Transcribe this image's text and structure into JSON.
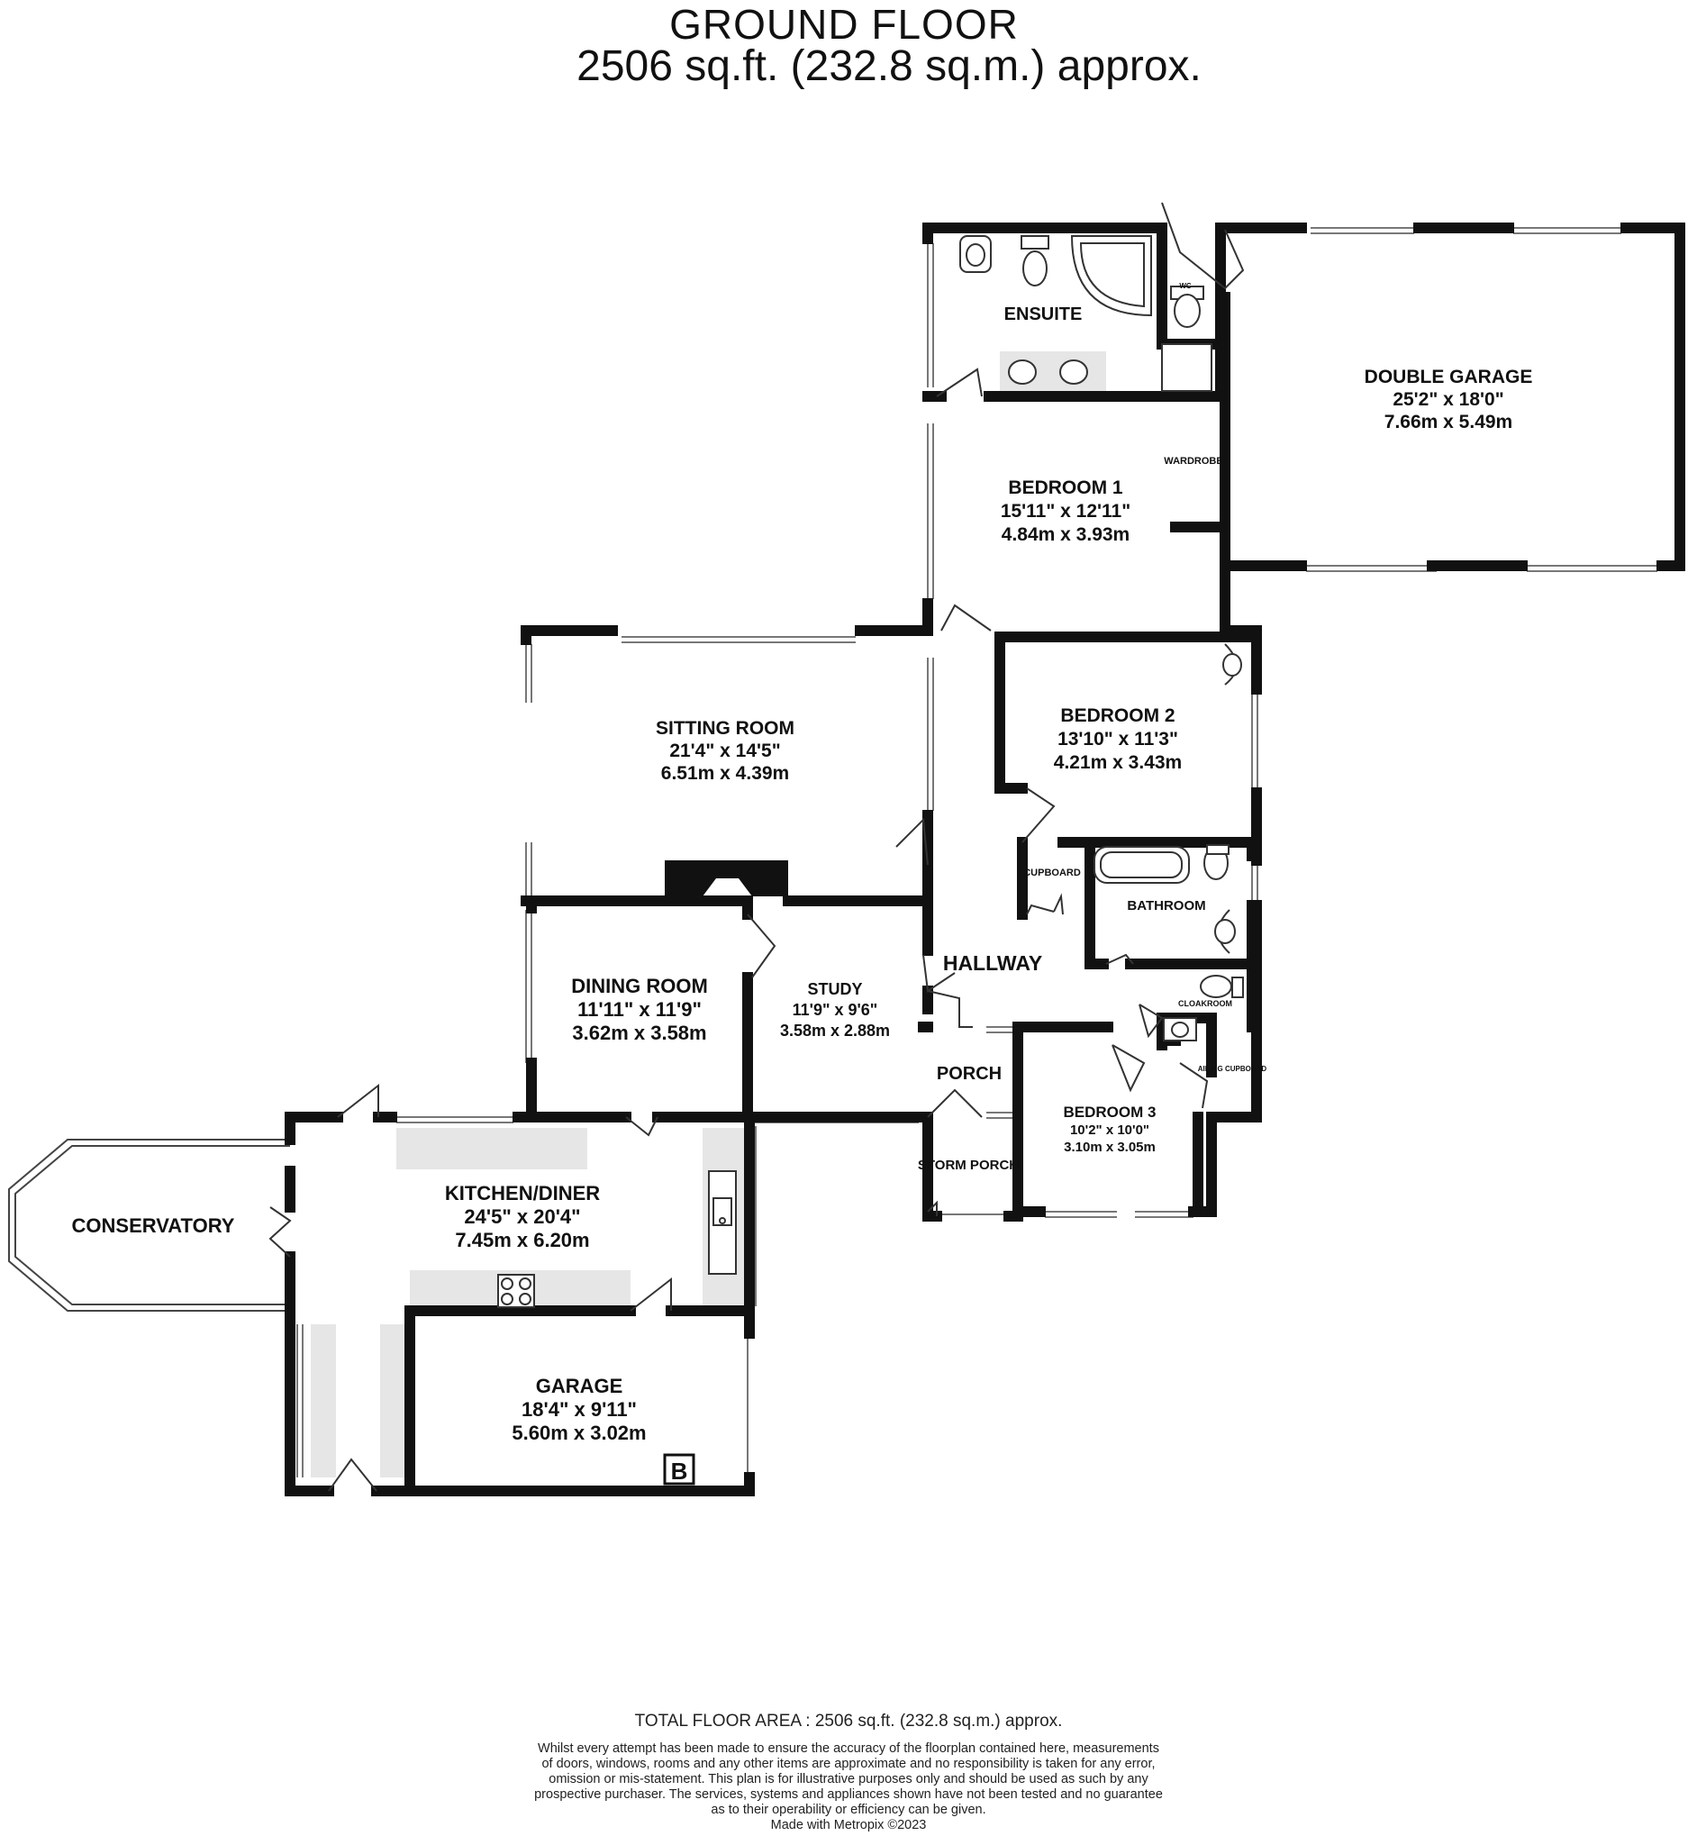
{
  "header": {
    "title": "GROUND FLOOR",
    "subtitle": "2506 sq.ft. (232.8 sq.m.) approx."
  },
  "rooms": {
    "ensuite": {
      "name": "ENSUITE"
    },
    "wc": {
      "name": "WC"
    },
    "double_garage": {
      "name": "DOUBLE GARAGE",
      "imperial": "25'2\"  x 18'0\"",
      "metric": "7.66m  x 5.49m"
    },
    "wardrobe": {
      "name": "WARDROBE"
    },
    "bedroom1": {
      "name": "BEDROOM 1",
      "imperial": "15'11\"  x 12'11\"",
      "metric": "4.84m  x 3.93m"
    },
    "sitting_room": {
      "name": "SITTING ROOM",
      "imperial": "21'4\"  x 14'5\"",
      "metric": "6.51m  x 4.39m"
    },
    "bedroom2": {
      "name": "BEDROOM 2",
      "imperial": "13'10\"  x 11'3\"",
      "metric": "4.21m  x 3.43m"
    },
    "cupboard": {
      "name": "CUPBOARD"
    },
    "bathroom": {
      "name": "BATHROOM"
    },
    "hallway": {
      "name": "HALLWAY"
    },
    "cloakroom": {
      "name": "CLOAKROOM"
    },
    "dining_room": {
      "name": "DINING ROOM",
      "imperial": "11'11\"  x 11'9\"",
      "metric": "3.62m  x 3.58m"
    },
    "study": {
      "name": "STUDY",
      "imperial": "11'9\"  x 9'6\"",
      "metric": "3.58m  x 2.88m"
    },
    "porch": {
      "name": "PORCH"
    },
    "airing_cupboard": {
      "name": "AIRING CUPBOARD"
    },
    "bedroom3": {
      "name": "BEDROOM 3",
      "imperial": "10'2\"  x 10'0\"",
      "metric": "3.10m  x 3.05m"
    },
    "storm_porch": {
      "name": "STORM PORCH"
    },
    "conservatory": {
      "name": "CONSERVATORY"
    },
    "kitchen": {
      "name": "KITCHEN/DINER",
      "imperial": "24'5\"  x 20'4\"",
      "metric": "7.45m  x 6.20m"
    },
    "garage": {
      "name": "GARAGE",
      "imperial": "18'4\"  x 9'11\"",
      "metric": "5.60m  x 3.02m"
    },
    "boiler": {
      "name": "B"
    }
  },
  "footer": {
    "total": "TOTAL FLOOR AREA : 2506 sq.ft. (232.8 sq.m.) approx.",
    "disclaimer": [
      "Whilst every attempt has been made to ensure the accuracy of the floorplan contained here, measurements",
      "of doors, windows, rooms and any other items are approximate and no responsibility is taken for any error,",
      "omission or mis-statement. This plan is for illustrative purposes only and should be used as such by any",
      "prospective purchaser. The services, systems and appliances shown have not been tested and no guarantee",
      "as to their operability or efficiency can be given."
    ],
    "credit": "Made with Metropix ©2023"
  },
  "colors": {
    "wall": "#111111",
    "fixture_fill": "#e6e6e6",
    "window": "#888888"
  }
}
